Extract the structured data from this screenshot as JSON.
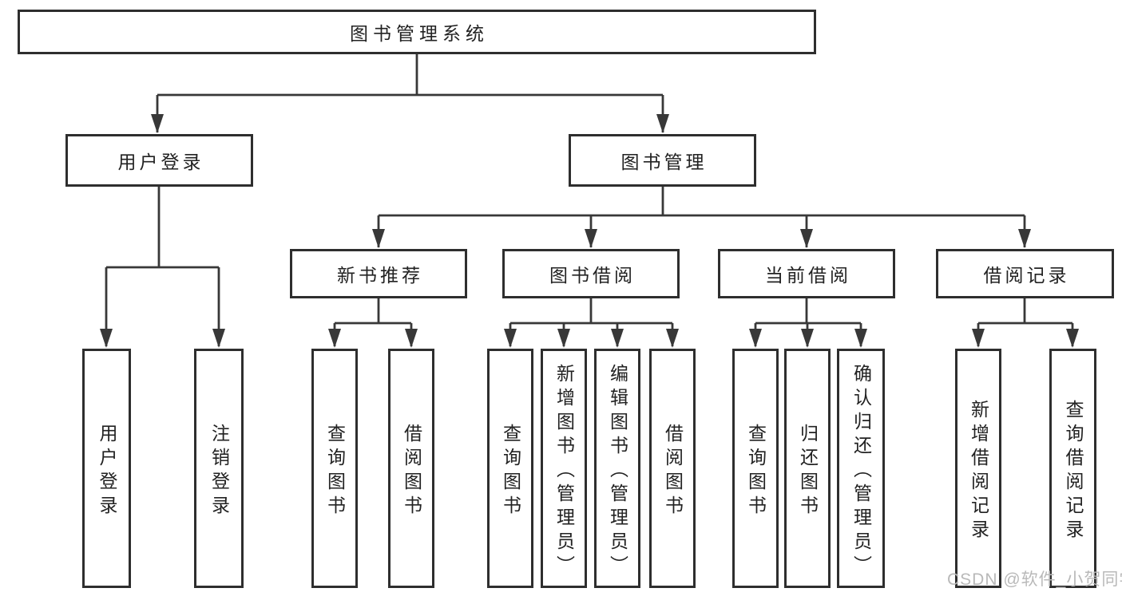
{
  "diagram": {
    "tree": {
      "label": "图书管理系统",
      "children": [
        {
          "label": "用户登录",
          "children": [
            {
              "label": "用户登录"
            },
            {
              "label": "注销登录"
            }
          ]
        },
        {
          "label": "图书管理",
          "children": [
            {
              "label": "新书推荐",
              "children": [
                {
                  "label": "查询图书"
                },
                {
                  "label": "借阅图书"
                }
              ]
            },
            {
              "label": "图书借阅",
              "children": [
                {
                  "label": "查询图书"
                },
                {
                  "label": "新增图书（管理员）"
                },
                {
                  "label": "编辑图书（管理员）"
                },
                {
                  "label": "借阅图书"
                }
              ]
            },
            {
              "label": "当前借阅",
              "children": [
                {
                  "label": "查询图书"
                },
                {
                  "label": "归还图书"
                },
                {
                  "label": "确认归还（管理员）"
                }
              ]
            },
            {
              "label": "借阅记录",
              "children": [
                {
                  "label": "新增借阅记录"
                },
                {
                  "label": "查询借阅记录"
                }
              ]
            }
          ]
        }
      ]
    },
    "colors": {
      "line": "#383838",
      "box_border": "#2e2e2e",
      "text": "#222222",
      "watermark": "#b9b9b9",
      "background": "#ffffff"
    }
  },
  "watermark": {
    "text": "CSDN @软件_小贺同学"
  }
}
